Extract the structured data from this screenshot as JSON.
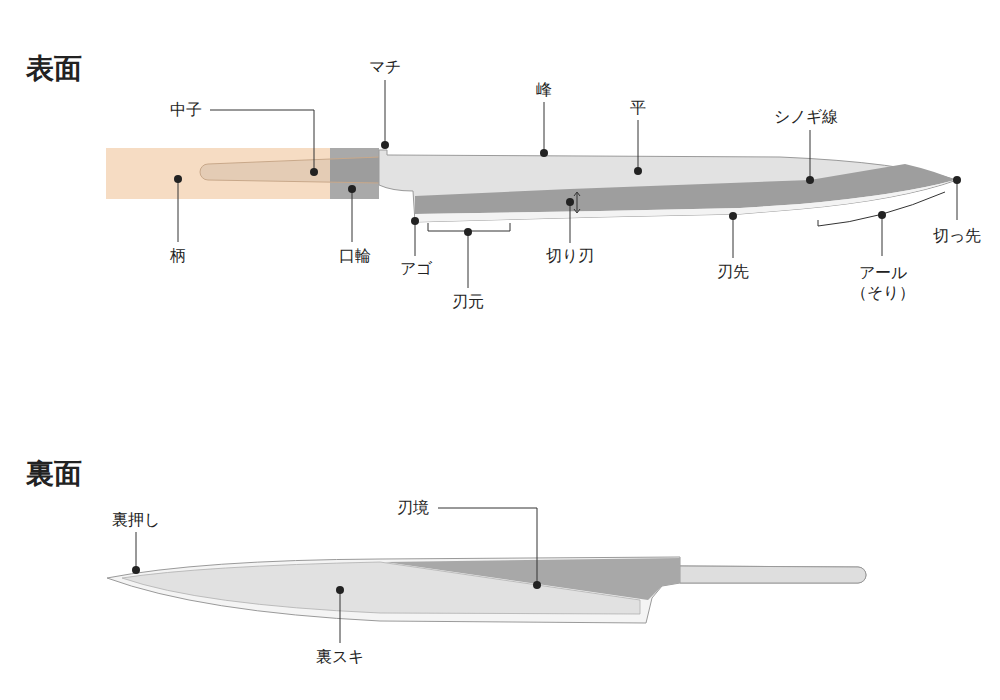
{
  "diagram": {
    "labels": [
      "表面",
      "マチ",
      "中子",
      "峰",
      "平",
      "シノギ線",
      "柄",
      "口輪",
      "アゴ",
      "切り刃",
      "刃先",
      "アール （そり）",
      "刃元",
      "切っ先",
      "裏面",
      "刃境",
      "裏押し",
      "裏スキ"
    ]
  }
}
